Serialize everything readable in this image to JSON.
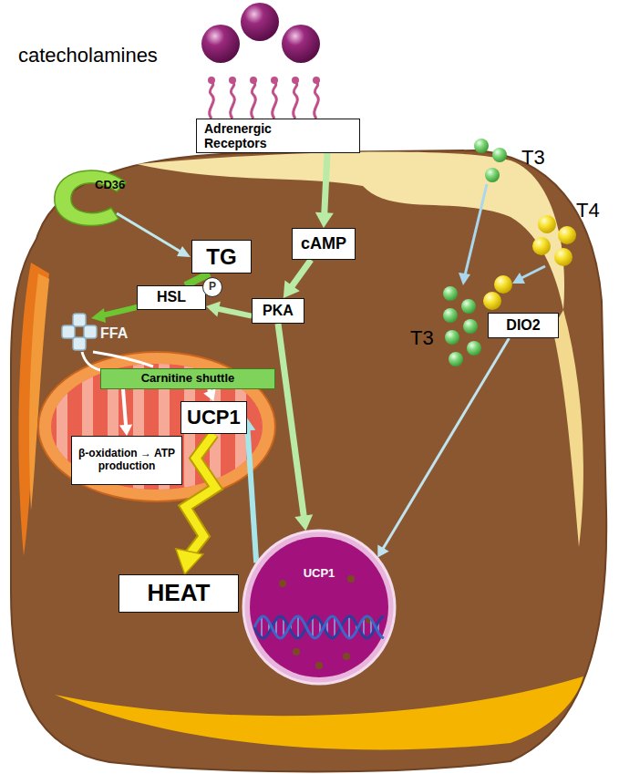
{
  "diagram": {
    "nodes": [
      {
        "text": [
          "Adrenergic Receptors"
        ]
      },
      {
        "text": [
          "cAMP"
        ]
      },
      {
        "text": [
          "TG"
        ]
      },
      {
        "text": [
          "HSL"
        ]
      },
      {
        "text": [
          "P"
        ]
      },
      {
        "text": [
          "PKA"
        ]
      },
      {
        "text": [
          "DIO2"
        ]
      },
      {
        "text": [
          "Carnitine shuttle"
        ]
      },
      {
        "text": [
          "UCP1"
        ]
      },
      {
        "text": [
          "β-oxidation → ATP production"
        ]
      },
      {
        "text": [
          "HEAT"
        ]
      },
      {
        "text": [
          "UCP1"
        ]
      }
    ],
    "edges": [
      {
        "from": 0,
        "to": 1,
        "arrow": "to"
      },
      {
        "from": 1,
        "to": 5,
        "arrow": "to"
      },
      {
        "from": 5,
        "to": 3,
        "arrow": "to"
      },
      {
        "from": 5,
        "to": 11,
        "arrow": "to"
      },
      {
        "from": 2,
        "to": 3,
        "arrow": "none"
      },
      {
        "from": 11,
        "to": 8,
        "arrow": "to"
      },
      {
        "from": 6,
        "to": 11,
        "arrow": "to"
      },
      {
        "from": 7,
        "to": 8,
        "arrow": "to"
      },
      {
        "from": 7,
        "to": 9,
        "arrow": "to"
      },
      {
        "from": 8,
        "to": 10,
        "arrow": "to"
      }
    ],
    "labels": [
      "catecholamines",
      "T3",
      "T4",
      "CD36",
      "FFA",
      "T3"
    ]
  }
}
